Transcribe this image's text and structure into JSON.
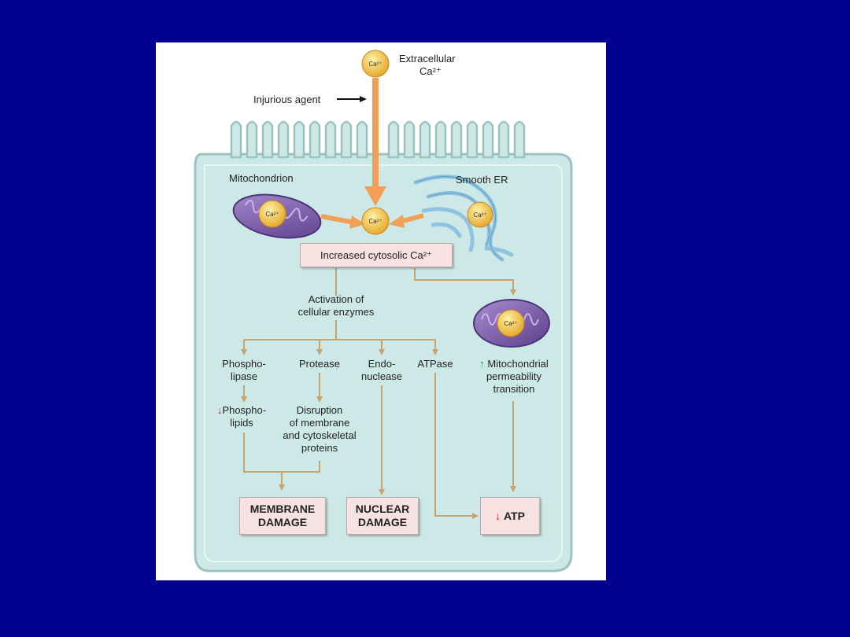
{
  "ions": {
    "extracellular_ion": "Ca²⁺",
    "cytosolic_ion": "Ca²⁺",
    "mito_left_ion": "Ca²⁺",
    "er_ion": "Ca²⁺",
    "mito_right_ion": "Ca²⁺"
  },
  "labels": {
    "extracellular": "Extracellular",
    "extracellular_ca": "Ca²⁺",
    "injurious_agent": "Injurious agent",
    "mitochondrion": "Mitochondrion",
    "smooth_er": "Smooth ER",
    "increased_ca": "Increased cytosolic Ca²⁺",
    "activation_1": "Activation of",
    "activation_2": "cellular enzymes",
    "phospholipase_1": "Phospho-",
    "phospholipase_2": "lipase",
    "protease": "Protease",
    "endonuclease_1": "Endo-",
    "endonuclease_2": "nuclease",
    "atpase": "ATPase",
    "mito_perm_1": "Mitochondrial",
    "mito_perm_2": "permeability",
    "mito_perm_3": "transition",
    "phospholipids_1": "Phospho-",
    "phospholipids_2": "lipids",
    "disruption_1": "Disruption",
    "disruption_2": "of membrane",
    "disruption_3": "and cytoskeletal",
    "disruption_4": "proteins",
    "membrane_damage_1": "MEMBRANE",
    "membrane_damage_2": "DAMAGE",
    "nuclear_damage_1": "NUCLEAR",
    "nuclear_damage_2": "DAMAGE",
    "atp": "ATP",
    "down_arrow": "↓",
    "up_arrow": "↑"
  },
  "colors": {
    "slide_background": "#00008f",
    "cell_fill": "#cde9e7",
    "cell_stroke": "#9cc3c0",
    "calcium_arrow": "#f1a055",
    "pathway_line": "#c9a26c",
    "box_fill": "#f7e2e2",
    "mitochondrion": "#8a6fb0",
    "smooth_er": "#8fc3df",
    "ion_fill": "#f3cb52",
    "decrease": "#d01818",
    "increase": "#1a9a3a"
  }
}
